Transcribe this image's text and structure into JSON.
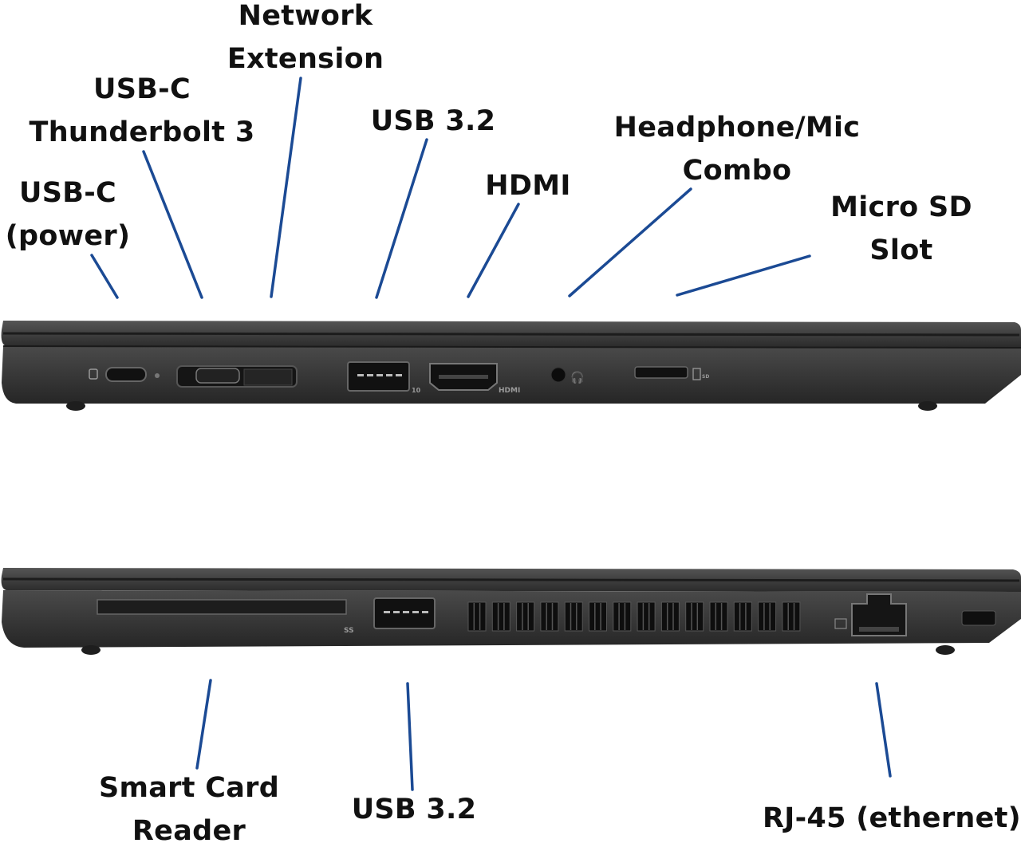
{
  "top_labels": {
    "usb_c_power": [
      "USB-C",
      "(power)"
    ],
    "usb_c_thunderbolt": [
      "USB-C",
      "Thunderbolt 3"
    ],
    "network_extension": [
      "Network",
      "Extension"
    ],
    "usb32_top": [
      "USB 3.2"
    ],
    "hdmi": [
      "HDMI"
    ],
    "headphone_mic": [
      "Headphone/Mic",
      "Combo"
    ],
    "micro_sd": [
      "Micro SD",
      "Slot"
    ]
  },
  "bottom_labels": {
    "smart_card": [
      "Smart Card",
      "Reader"
    ],
    "usb32_bottom": [
      "USB 3.2"
    ],
    "rj45": [
      "RJ-45 (ethernet)"
    ]
  },
  "port_markings": {
    "usb_speed": "10",
    "hdmi": "HDMI",
    "sd": "SD",
    "ss": "SS"
  },
  "colors": {
    "leader_line": "#1b4a94",
    "laptop_body": "#2e2e2e",
    "label_text": "#111111"
  }
}
